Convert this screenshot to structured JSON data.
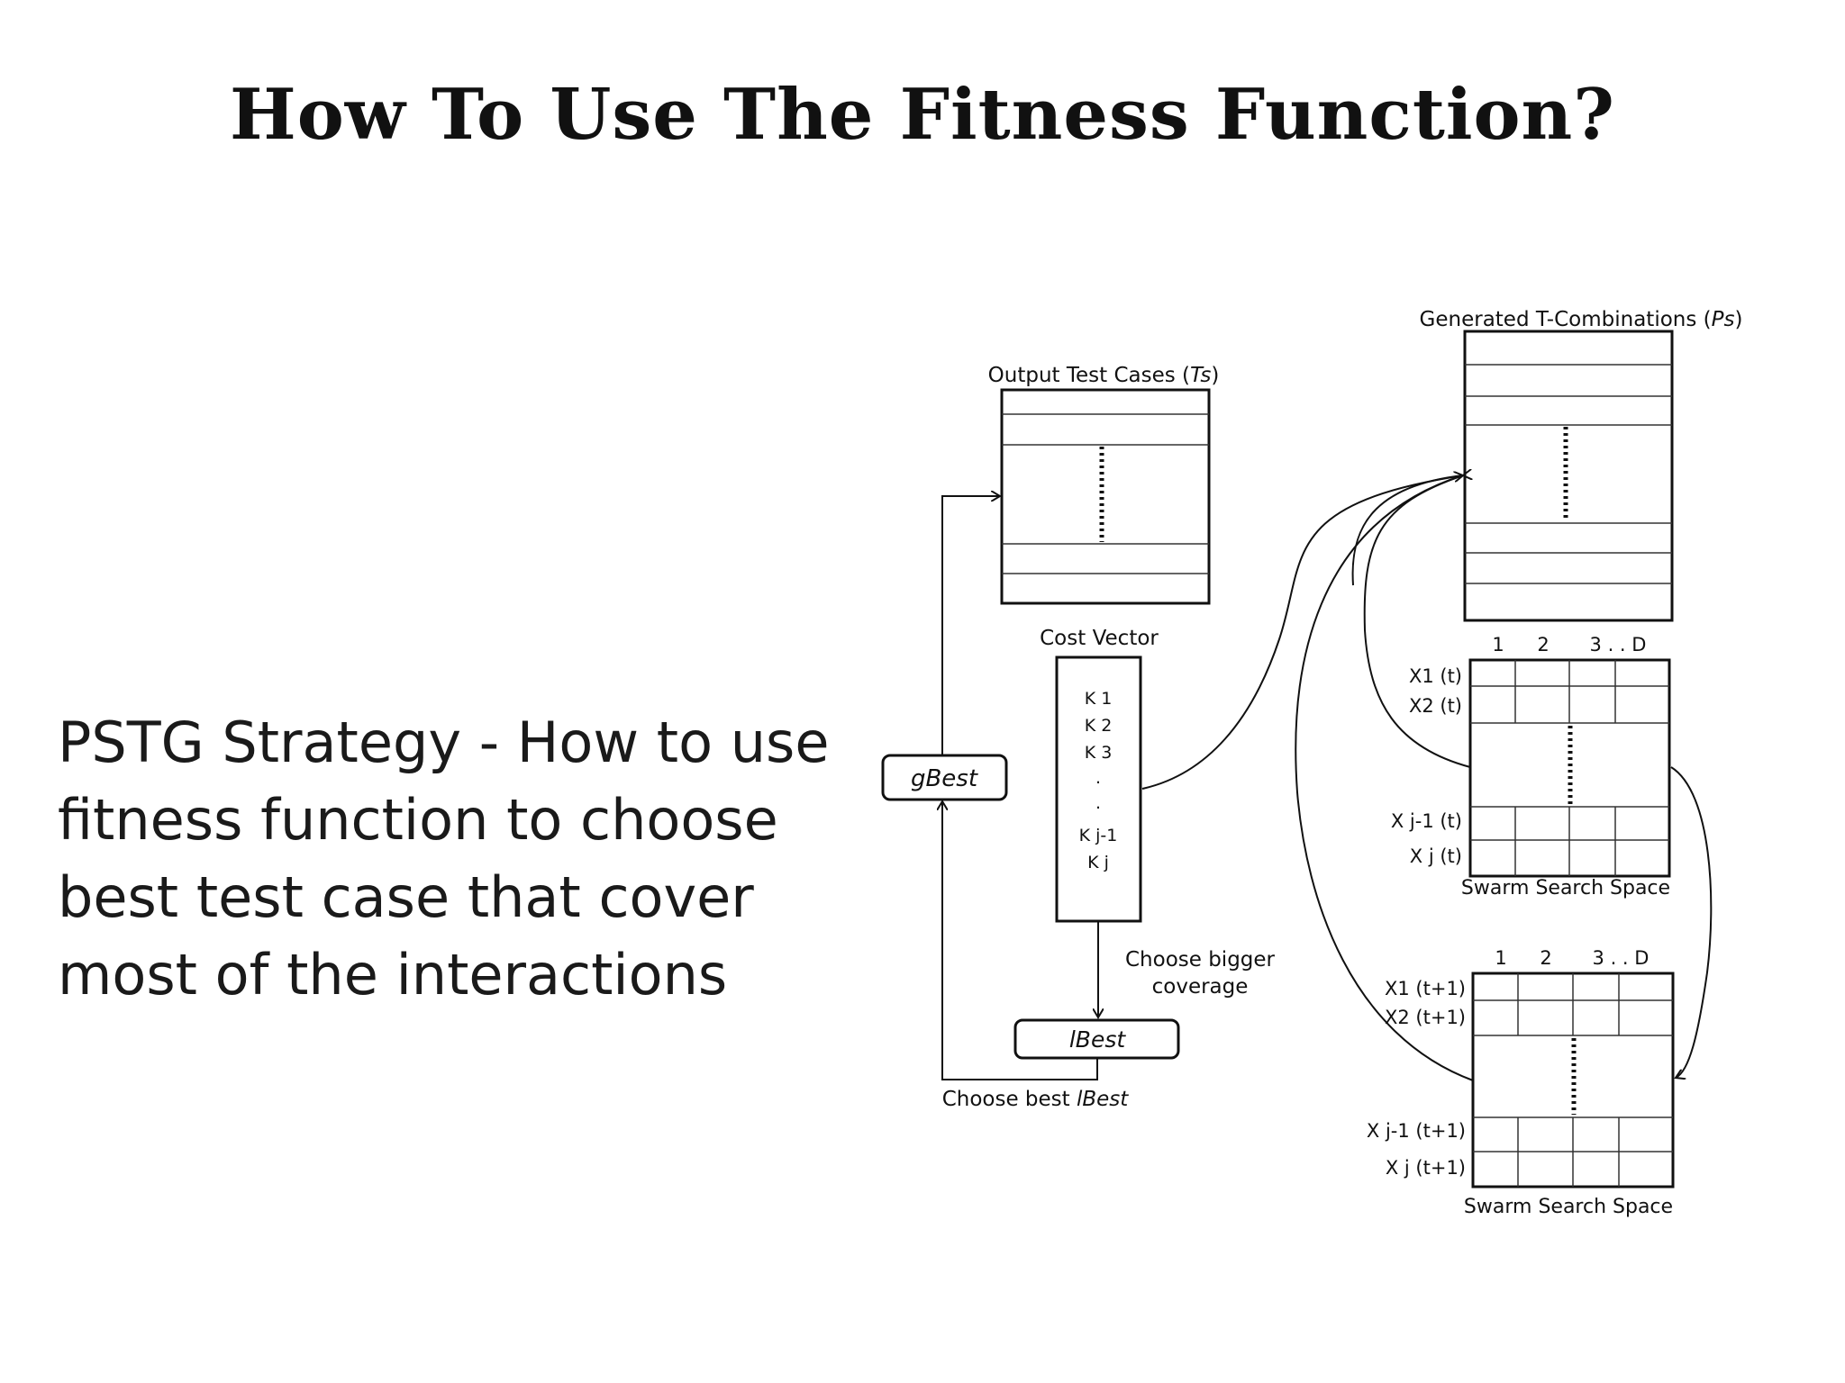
{
  "slide": {
    "title": "How To Use The Fitness Function?",
    "body": "PSTG Strategy - How to use fitness function to choose best test case that cover most of the interactions"
  },
  "diagram": {
    "generated_label": "Generated T-Combinations (",
    "generated_italic": "Ps",
    "generated_close": ")",
    "output_label": "Output Test Cases (",
    "output_italic": "Ts",
    "output_close": ")",
    "cost_vector_label": "Cost Vector",
    "cost_items": [
      "K 1",
      "K 2",
      "K 3",
      ".",
      ".",
      "K j-1",
      "K j"
    ],
    "gbest": "gBest",
    "lbest": "lBest",
    "choose_bigger_1": "Choose bigger",
    "choose_bigger_2": "coverage",
    "choose_best": "Choose best",
    "choose_best_italic": "lBest",
    "col_labels": [
      "1",
      "2",
      "3 . . D"
    ],
    "swarm1_rows": [
      "X1 (t)",
      "X2 (t)",
      "X j-1 (t)",
      "X j (t)"
    ],
    "swarm2_rows": [
      "X1 (t+1)",
      "X2 (t+1)",
      "X j-1 (t+1)",
      "X j (t+1)"
    ],
    "swarm_label": "Swarm Search Space"
  }
}
